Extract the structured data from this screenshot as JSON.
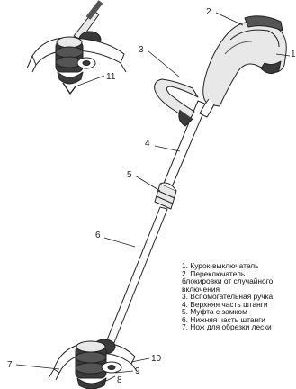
{
  "callout_numbers": [
    "1",
    "2",
    "3",
    "4",
    "5",
    "6",
    "7",
    "8",
    "9",
    "10",
    "11"
  ],
  "legend": [
    "1. Курок-выключатель",
    "2. Переключатель",
    "блокировки от случайного",
    "включения",
    "3. Вспомогательная ручка",
    "4. Верхняя часть штанги",
    "5. Муфта с замком",
    "6. Нижняя часть штанги",
    "7. Нож для обрезки лески"
  ],
  "colors": {
    "line": "#222222",
    "fill_light": "#ffffff",
    "fill_mid": "#e8e8e8",
    "fill_dark": "#3a3a3a"
  }
}
